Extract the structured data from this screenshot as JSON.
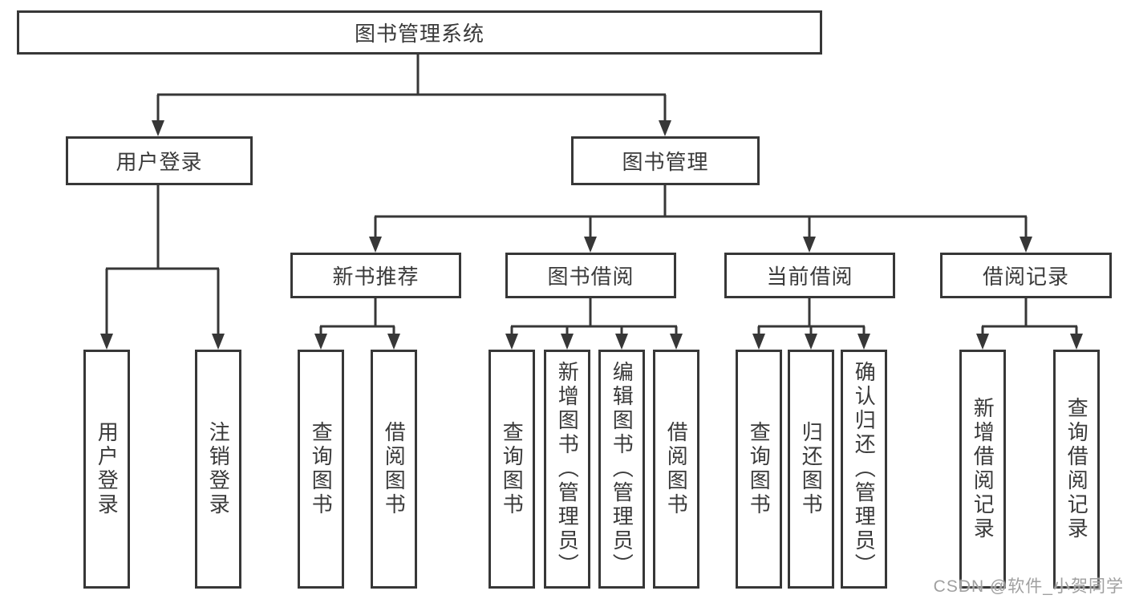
{
  "diagram": {
    "title": "图书管理系统",
    "level2": [
      "用户登录",
      "图书管理"
    ],
    "level3": [
      "新书推荐",
      "图书借阅",
      "当前借阅",
      "借阅记录"
    ],
    "leaves": {
      "user_login": [
        "用户登录",
        "注销登录"
      ],
      "new_book_recommend": [
        "查询图书",
        "借阅图书"
      ],
      "book_borrow": [
        "查询图书",
        "新增图书（管理员）",
        "编辑图书（管理员）",
        "借阅图书"
      ],
      "current_borrow": [
        "查询图书",
        "归还图书",
        "确认归还（管理员）"
      ],
      "borrow_records": [
        "新增借阅记录",
        "查询借阅记录"
      ]
    }
  },
  "watermark": "CSDN @软件_小贺同学",
  "colors": {
    "line": "#373737",
    "text": "#3a3a3a",
    "watermark": "#a0a0a0"
  }
}
